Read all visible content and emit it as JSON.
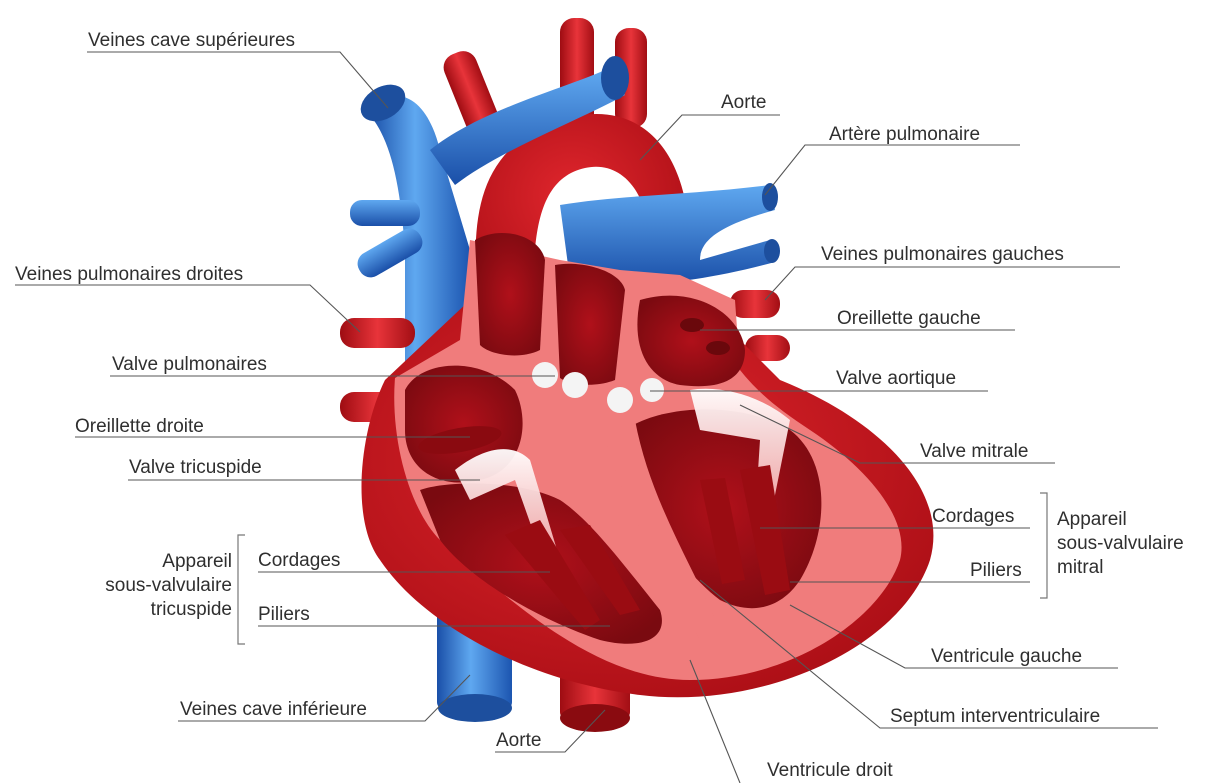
{
  "colors": {
    "oxygenated_blood": "#c8141c",
    "deoxygenated_blood": "#2a6fd0",
    "myocardium_section": "#f07c7c",
    "valve": "#f4f4f4",
    "leader_line": "#555555",
    "text": "#2f2f2f"
  },
  "labels": {
    "veines_cave_sup": "Veines cave supérieures",
    "aorte_top": "Aorte",
    "artere_pulmonaire": "Artère pulmonaire",
    "veines_pulm_gauches": "Veines pulmonaires gauches",
    "veines_pulm_droites": "Veines pulmonaires droites",
    "oreillette_gauche": "Oreillette gauche",
    "valve_pulmonaires": "Valve pulmonaires",
    "valve_aortique": "Valve aortique",
    "oreillette_droite": "Oreillette droite",
    "valve_mitrale": "Valve mitrale",
    "valve_tricuspide": "Valve tricuspide",
    "cordages_right": "Cordages",
    "piliers_right": "Piliers",
    "cordages_left": "Cordages",
    "piliers_left": "Piliers",
    "ventricule_gauche": "Ventricule gauche",
    "veines_cave_inf": "Veines cave inférieure",
    "septum": "Septum interventriculaire",
    "aorte_bottom": "Aorte",
    "ventricule_droit": "Ventricule droit"
  },
  "groups": {
    "tricuspid": {
      "line1": "Appareil",
      "line2": "sous-valvulaire",
      "line3": "tricuspide"
    },
    "mitral": {
      "line1": "Appareil",
      "line2": "sous-valvulaire",
      "line3": "mitral"
    }
  }
}
